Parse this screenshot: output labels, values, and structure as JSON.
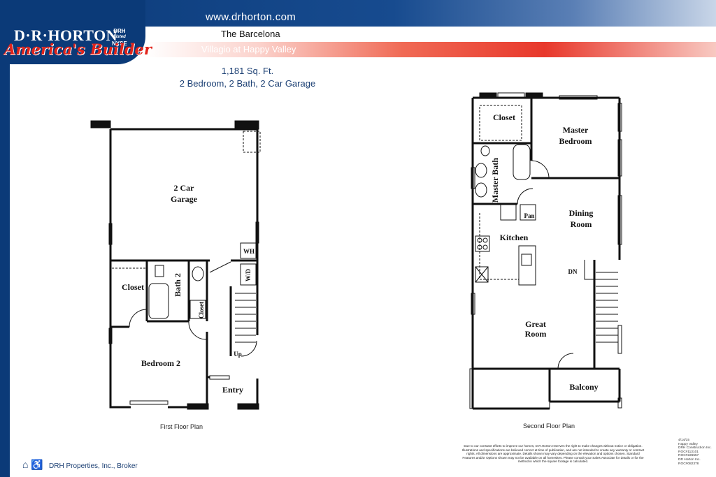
{
  "header": {
    "url": "www.drhorton.com",
    "plan_name": "The Barcelona",
    "community": "Villagio at Happy Valley",
    "brand_main": "D·R·HORTON",
    "brand_drh_top": "DRH",
    "brand_drh_listed": "Listed",
    "brand_drh_exchange": "NYSE",
    "brand_tagline": "America's Builder"
  },
  "summary": {
    "sqft": "1,181 Sq. Ft.",
    "details": "2 Bedroom, 2 Bath, 2 Car Garage"
  },
  "first_floor": {
    "caption": "First Floor Plan",
    "rooms": {
      "garage_1": "2 Car",
      "garage_2": "Garage",
      "closet": "Closet",
      "bath2": "Bath 2",
      "closet_small": "Closet",
      "wh": "WH",
      "wd": "W/D",
      "bedroom2": "Bedroom 2",
      "up": "Up",
      "entry": "Entry"
    }
  },
  "second_floor": {
    "caption": "Second Floor Plan",
    "rooms": {
      "closet": "Closet",
      "master_1": "Master",
      "master_2": "Bedroom",
      "master_bath": "Master Bath",
      "pan": "Pan",
      "dining_1": "Dining",
      "dining_2": "Room",
      "kitchen": "Kitchen",
      "dn": "DN",
      "great_1": "Great",
      "great_2": "Room",
      "balcony": "Balcony"
    }
  },
  "footer": {
    "eho_icons": "⌂ ♿",
    "broker": "DRH Properties, Inc., Broker",
    "disclaimer": "Due to our constant efforts to improve our homes, D.R.Horton reserves the right to make changes without notice or obligation. Illustrations and specifications are believed correct at time of publication, and are not intended to create any warranty or contract rights. All dimensions are approximate. Details shown may vary depending on the elevation and options chosen. Standard Features and/or Options shown may not be available on all homesites. Please consult your Sales Associate for details or for the method in which the square footage is calculated.",
    "meta": [
      "4/14/15",
      "Happy Valley",
      "DRH Construction Inc.",
      "ROC#113101",
      "ROC#226557",
      "DR Horton Inc.",
      "ROC#082378"
    ]
  },
  "colors": {
    "brand_blue": "#0b3a78",
    "brand_red": "#e2231a"
  }
}
